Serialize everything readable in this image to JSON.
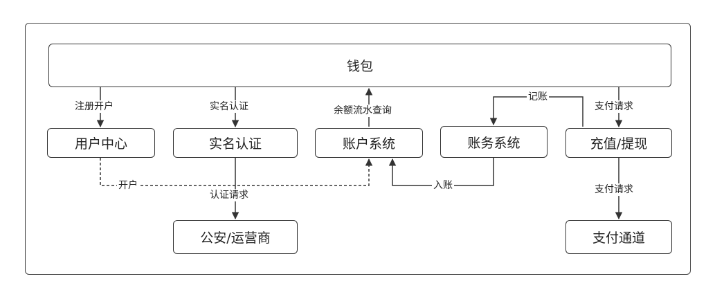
{
  "nodes": {
    "wallet": "钱包",
    "user_center": "用户中心",
    "realname_auth": "实名认证",
    "account_system": "账户系统",
    "finance_system": "账务系统",
    "recharge_withdraw": "充值/提现",
    "police_operator": "公安/运营商",
    "pay_channel": "支付通道"
  },
  "edges": {
    "register_open": "注册开户",
    "realname_auth": "实名认证",
    "balance_query": "余额流水查询",
    "bookkeeping": "记账",
    "pay_request_top": "支付请求",
    "open_account": "开户",
    "auth_request": "认证请求",
    "post_entry": "入账",
    "pay_request_bottom": "支付请求"
  }
}
